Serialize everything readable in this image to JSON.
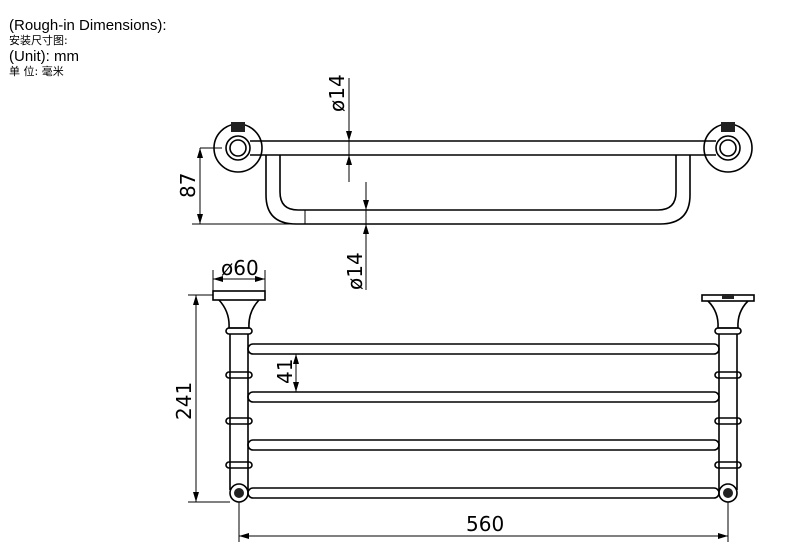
{
  "header": {
    "title_en": "(Rough-in Dimensions):",
    "title_zh": "安装尺寸图:",
    "unit_en": "(Unit): mm",
    "unit_zh": "单  位:  毫米"
  },
  "dimensions": {
    "bar_diameter_top": "ø14",
    "depth": "87",
    "bar_diameter_bottom": "ø14",
    "flange_diameter": "ø60",
    "height": "241",
    "bar_spacing": "41",
    "width": "560"
  }
}
